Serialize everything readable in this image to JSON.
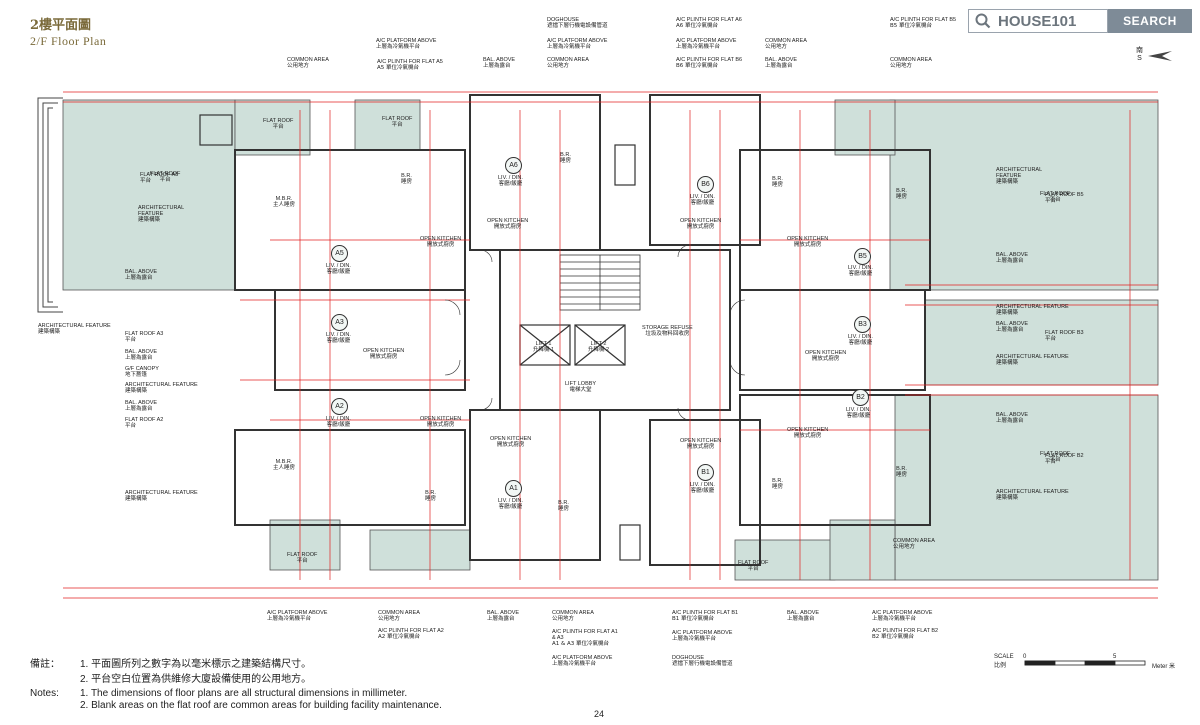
{
  "header": {
    "title_zh": "2樓平面圖",
    "title_en": "2/F Floor Plan"
  },
  "search": {
    "value": "HOUSE101",
    "button": "SEARCH"
  },
  "compass": {
    "zh": "南",
    "en": "S"
  },
  "flats": [
    "A6",
    "B6",
    "A5",
    "B5",
    "A3",
    "B3",
    "A2",
    "B2",
    "A1",
    "B1"
  ],
  "top_callouts": [
    {
      "en": "DOGHOUSE",
      "zh": "遮擋下層行機電設備管道"
    },
    {
      "en": "A/C PLINTH FOR FLAT A6",
      "zh": "A6 單位冷氣機台"
    },
    {
      "en": "A/C PLINTH FOR FLAT B5",
      "zh": "B5 單位冷氣機台"
    },
    {
      "en": "A/C PLATFORM ABOVE",
      "zh": "上層為冷氣機平台"
    },
    {
      "en": "A/C PLATFORM ABOVE",
      "zh": "上層為冷氣機平台"
    },
    {
      "en": "COMMON AREA",
      "zh": "公用地方"
    },
    {
      "en": "COMMON AREA",
      "zh": "公用地方"
    },
    {
      "en": "COMMON AREA",
      "zh": "公用地方"
    },
    {
      "en": "COMMON AREA",
      "zh": "公用地方"
    },
    {
      "en": "A/C PLINTH FOR FLAT A5",
      "zh": "A5 單位冷氣機台"
    },
    {
      "en": "BAL. ABOVE",
      "zh": "上層為露台"
    },
    {
      "en": "A/C PLINTH FOR FLAT B6",
      "zh": "B6 單位冷氣機台"
    },
    {
      "en": "BAL. ABOVE",
      "zh": "上層為露台"
    },
    {
      "en": "A/C PLATFORM ABOVE",
      "zh": "上層為冷氣機平台"
    }
  ],
  "left_callouts": [
    {
      "en": "ARCHITECTURAL FEATURE",
      "zh": "建築構築"
    },
    {
      "en": "FLAT ROOF A3",
      "zh": "平台"
    },
    {
      "en": "BAL. ABOVE",
      "zh": "上層為露台"
    },
    {
      "en": "G/F CANOPY",
      "zh": "地下簷篷"
    },
    {
      "en": "ARCHITECTURAL FEATURE",
      "zh": "建築構築"
    },
    {
      "en": "BAL. ABOVE",
      "zh": "上層為露台"
    },
    {
      "en": "FLAT ROOF A2",
      "zh": "平台"
    },
    {
      "en": "ARCHITECTURAL FEATURE",
      "zh": "建築構築"
    },
    {
      "en": "BAL. ABOVE",
      "zh": "上層為露台"
    },
    {
      "en": "FLAT ROOF A5",
      "zh": "平台"
    },
    {
      "en": "ARCHITECTURAL FEATURE",
      "zh": "建築構築"
    }
  ],
  "right_callouts": [
    {
      "en": "ARCHITECTURAL FEATURE",
      "zh": "建築構築"
    },
    {
      "en": "FLAT ROOF B5",
      "zh": "平台"
    },
    {
      "en": "BAL. ABOVE",
      "zh": "上層為露台"
    },
    {
      "en": "ARCHITECTURAL FEATURE",
      "zh": "建築構築"
    },
    {
      "en": "BAL. ABOVE",
      "zh": "上層為露台"
    },
    {
      "en": "FLAT ROOF B3",
      "zh": "平台"
    },
    {
      "en": "ARCHITECTURAL FEATURE",
      "zh": "建築構築"
    },
    {
      "en": "BAL. ABOVE",
      "zh": "上層為露台"
    },
    {
      "en": "FLAT ROOF B2",
      "zh": "平台"
    },
    {
      "en": "ARCHITECTURAL FEATURE",
      "zh": "建築構築"
    },
    {
      "en": "COMMON AREA",
      "zh": "公用地方"
    }
  ],
  "bottom_callouts": [
    {
      "en": "A/C PLATFORM ABOVE",
      "zh": "上層為冷氣機平台"
    },
    {
      "en": "COMMON AREA",
      "zh": "公用地方"
    },
    {
      "en": "A/C PLINTH FOR FLAT A2",
      "zh": "A2 單位冷氣機台"
    },
    {
      "en": "BAL. ABOVE",
      "zh": "上層為露台"
    },
    {
      "en": "COMMON AREA",
      "zh": "公用地方"
    },
    {
      "en": "A/C PLINTH FOR FLAT A1 & A3",
      "zh": "A1 & A3 單位冷氣機台"
    },
    {
      "en": "A/C PLATFORM ABOVE",
      "zh": "上層為冷氣機平台"
    },
    {
      "en": "A/C PLINTH FOR FLAT B1",
      "zh": "B1 單位冷氣機台"
    },
    {
      "en": "A/C PLATFORM ABOVE",
      "zh": "上層為冷氣機平台"
    },
    {
      "en": "DOGHOUSE",
      "zh": "遮擋下層行機電設備管道"
    },
    {
      "en": "BAL. ABOVE",
      "zh": "上層為露台"
    },
    {
      "en": "A/C PLATFORM ABOVE",
      "zh": "上層為冷氣機平台"
    },
    {
      "en": "A/C PLINTH FOR FLAT B2",
      "zh": "B2 單位冷氣機台"
    }
  ],
  "rooms": {
    "liv": {
      "en": "LIV. / DIN.",
      "zh": "客廳/飯廳"
    },
    "kitchen": {
      "en": "OPEN KITCHEN",
      "zh": "開放式廚房"
    },
    "br": {
      "en": "B.R.",
      "zh": "睡房"
    },
    "mbr": {
      "en": "M.B.R.",
      "zh": "主人睡房"
    },
    "lift1": {
      "en": "LIFT 1",
      "zh": "升降機 1"
    },
    "lift2": {
      "en": "LIFT 2",
      "zh": "升降機 2"
    },
    "lobby": {
      "en": "LIFT LOBBY",
      "zh": "電梯大堂"
    },
    "storage": {
      "en": "STORAGE REFUSE",
      "zh": "垃圾及物料回收房"
    },
    "flat_roof": "FLAT ROOF",
    "flat_roof_zh": "平台"
  },
  "notes": {
    "label_zh": "備註：",
    "label_en": "Notes:",
    "zh1": "1. 平面圖所列之數字為以毫米標示之建築結構尺寸。",
    "zh2": "2. 平台空白位置為供維修大廈設備使用的公用地方。",
    "en1": "1. The dimensions of floor plans are all structural dimensions in millimeter.",
    "en2": "2. Blank areas on the flat roof are common areas for building facility maintenance."
  },
  "scale": {
    "label": "SCALE",
    "label_zh": "比例",
    "start": "0",
    "end": "5",
    "unit": "Meter 米"
  },
  "page": "24",
  "colors": {
    "title": "#7a6a3a",
    "roof": "#cfe0da",
    "dim": "#e02020",
    "wall": "#333333",
    "search_btn": "#7e8b97"
  }
}
